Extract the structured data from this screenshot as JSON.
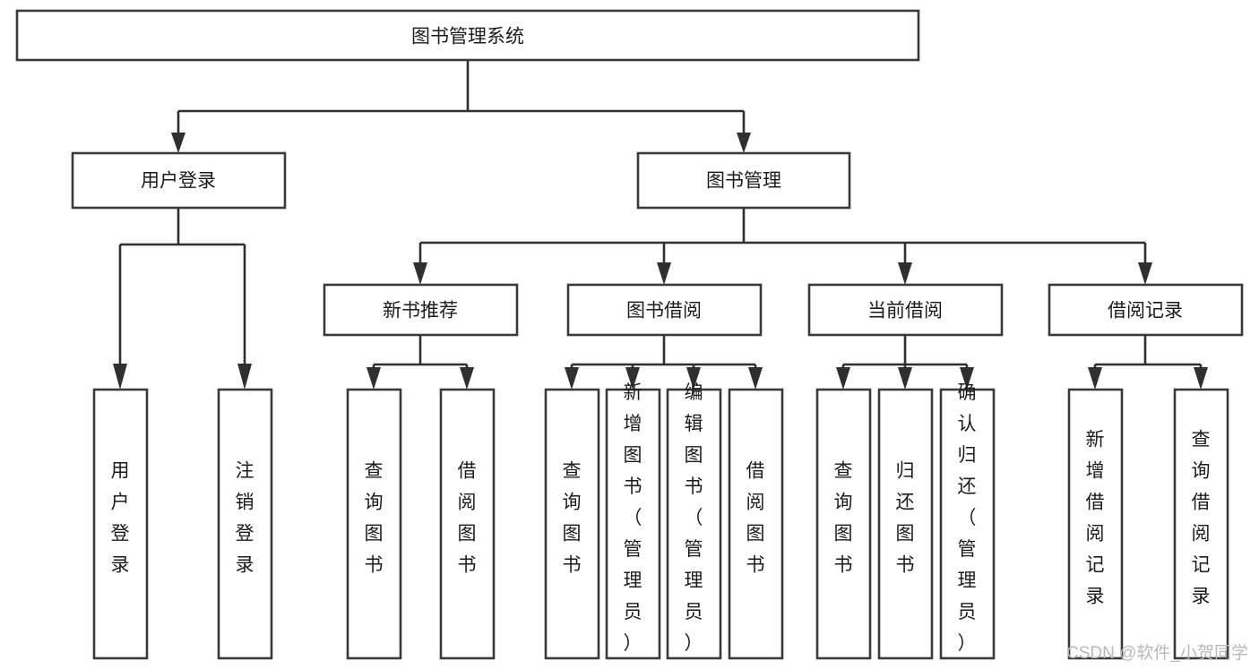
{
  "diagram": {
    "title": "图书管理系统",
    "type": "tree-hierarchy-function-structure",
    "watermark": "CSDN @软件_小贺同学",
    "colors": {
      "background": "#ffffff",
      "box_stroke": "#3a3a3a",
      "connector": "#2f2f2f",
      "text": "#1b1b1b",
      "watermark": "#b9b9b9"
    },
    "levels": {
      "root": {
        "label": "图书管理系统",
        "orientation": "horizontal"
      },
      "level2": [
        {
          "id": "user-login",
          "label": "用户登录",
          "orientation": "horizontal"
        },
        {
          "id": "book-management",
          "label": "图书管理",
          "orientation": "horizontal"
        }
      ],
      "level3": [
        {
          "id": "new-book-recommend",
          "label": "新书推荐",
          "orientation": "horizontal",
          "parent": "book-management"
        },
        {
          "id": "book-borrow",
          "label": "图书借阅",
          "orientation": "horizontal",
          "parent": "book-management"
        },
        {
          "id": "current-borrow",
          "label": "当前借阅",
          "orientation": "horizontal",
          "parent": "book-management"
        },
        {
          "id": "borrow-record",
          "label": "借阅记录",
          "orientation": "horizontal",
          "parent": "book-management"
        }
      ],
      "leaves": [
        {
          "id": "leaf-user-login",
          "label": "用户登录",
          "orientation": "vertical",
          "parent": "user-login"
        },
        {
          "id": "leaf-user-logout",
          "label": "注销登录",
          "orientation": "vertical",
          "parent": "user-login"
        },
        {
          "id": "leaf-query-book-1",
          "label": "查询图书",
          "orientation": "vertical",
          "parent": "new-book-recommend"
        },
        {
          "id": "leaf-borrow-book-1",
          "label": "借阅图书",
          "orientation": "vertical",
          "parent": "new-book-recommend"
        },
        {
          "id": "leaf-query-book-2",
          "label": "查询图书",
          "orientation": "vertical",
          "parent": "book-borrow"
        },
        {
          "id": "leaf-add-book",
          "label": "新增图书（管理员）",
          "orientation": "vertical",
          "parent": "book-borrow"
        },
        {
          "id": "leaf-edit-book",
          "label": "编辑图书（管理员）",
          "orientation": "vertical",
          "parent": "book-borrow"
        },
        {
          "id": "leaf-borrow-book-2",
          "label": "借阅图书",
          "orientation": "vertical",
          "parent": "book-borrow"
        },
        {
          "id": "leaf-query-book-3",
          "label": "查询图书",
          "orientation": "vertical",
          "parent": "current-borrow"
        },
        {
          "id": "leaf-return-book",
          "label": "归还图书",
          "orientation": "vertical",
          "parent": "current-borrow"
        },
        {
          "id": "leaf-confirm-return",
          "label": "确认归还（管理员）",
          "orientation": "vertical",
          "parent": "current-borrow"
        },
        {
          "id": "leaf-add-record",
          "label": "新增借阅记录",
          "orientation": "vertical",
          "parent": "borrow-record"
        },
        {
          "id": "leaf-query-record",
          "label": "查询借阅记录",
          "orientation": "vertical",
          "parent": "borrow-record"
        }
      ]
    }
  }
}
